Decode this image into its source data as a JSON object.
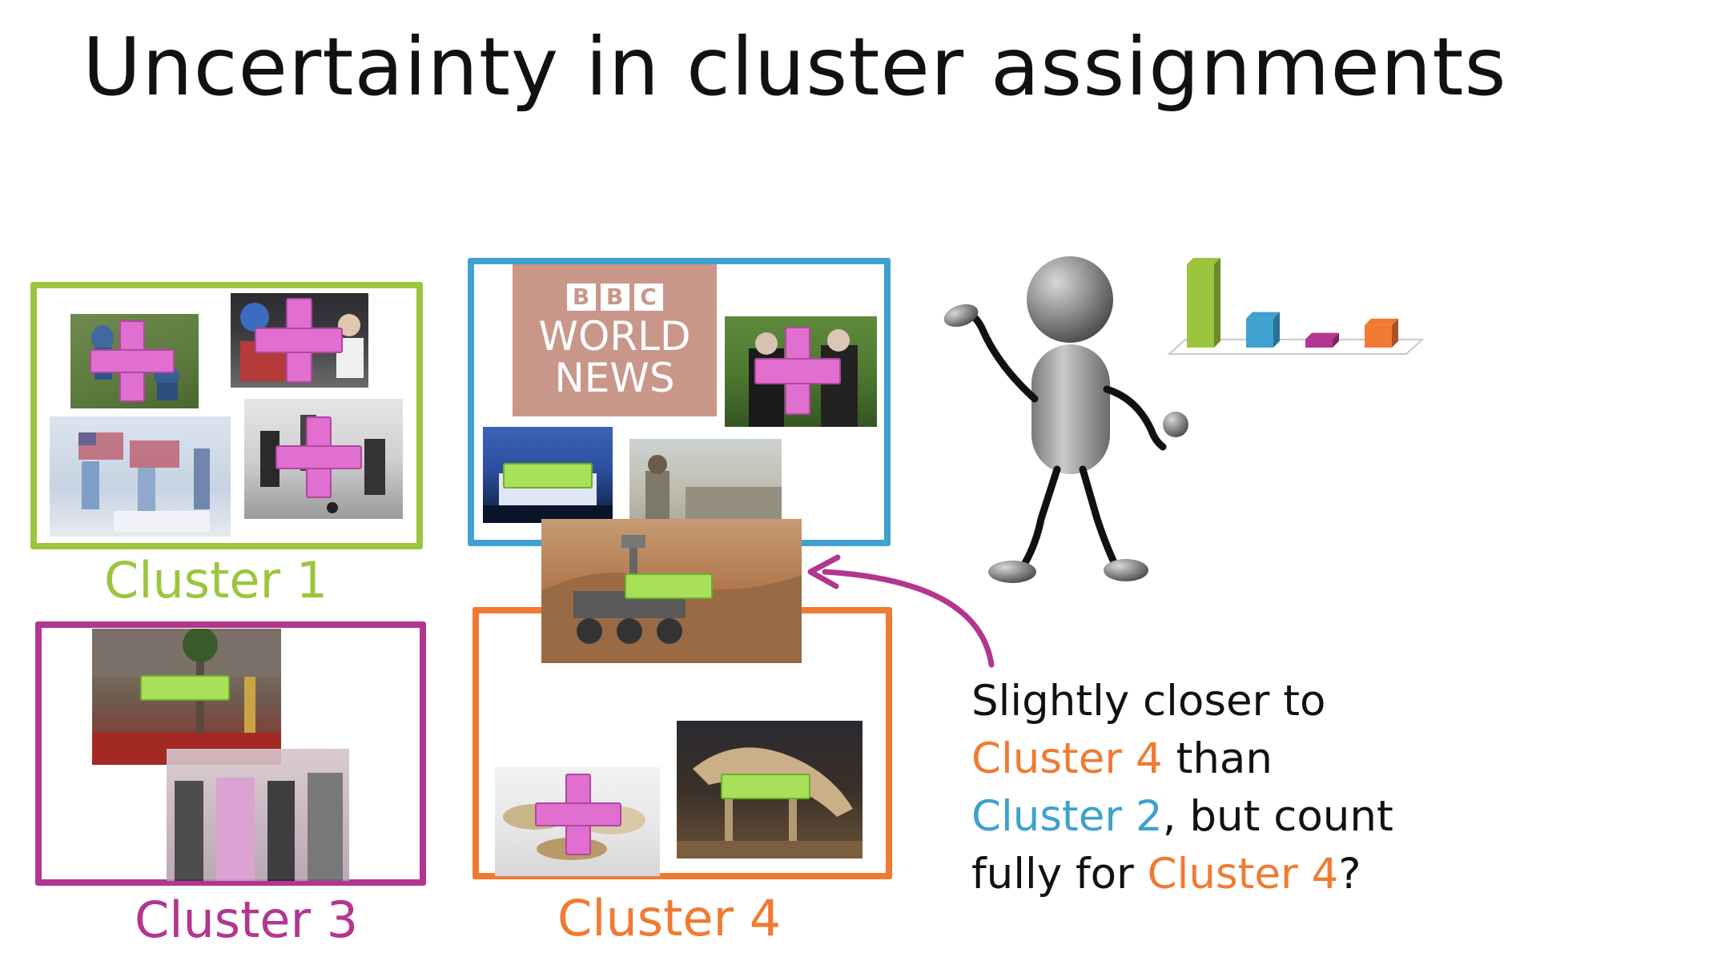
{
  "slide": {
    "title": "Uncertainty in cluster assignments"
  },
  "clusters": [
    {
      "label": "Cluster 1",
      "color": "#9bc53d"
    },
    {
      "label": "Cluster 2",
      "color": "#3ea1cf"
    },
    {
      "label": "Cluster 3",
      "color": "#b2368f"
    },
    {
      "label": "Cluster 4",
      "color": "#f07a32"
    }
  ],
  "bbc": {
    "blocks": [
      "B",
      "B",
      "C"
    ],
    "line1": "WORLD",
    "line2": "NEWS"
  },
  "question": {
    "part1": "Slightly closer to",
    "cluster4_a": "Cluster 4",
    "part2": " than",
    "cluster2": "Cluster 2",
    "part3": ", but count",
    "part4": "fully for ",
    "cluster4_b": "Cluster 4",
    "part5": "?"
  },
  "chart_data": {
    "type": "bar",
    "categories": [
      "",
      "",
      "",
      ""
    ],
    "values": [
      1.0,
      0.35,
      0.1,
      0.27
    ],
    "colors": [
      "#9bc53d",
      "#3ea1cf",
      "#b2368f",
      "#f07a32"
    ],
    "title": "",
    "xlabel": "",
    "ylabel": "",
    "ylim": [
      0,
      1.0
    ],
    "grid": false
  },
  "colors": {
    "plus": "#e06fcf",
    "minus": "#a8e05a",
    "arrow": "#b2368f",
    "figure": "#8c8c8c"
  },
  "icons": {
    "plus": "plus-icon",
    "minus": "minus-icon"
  }
}
